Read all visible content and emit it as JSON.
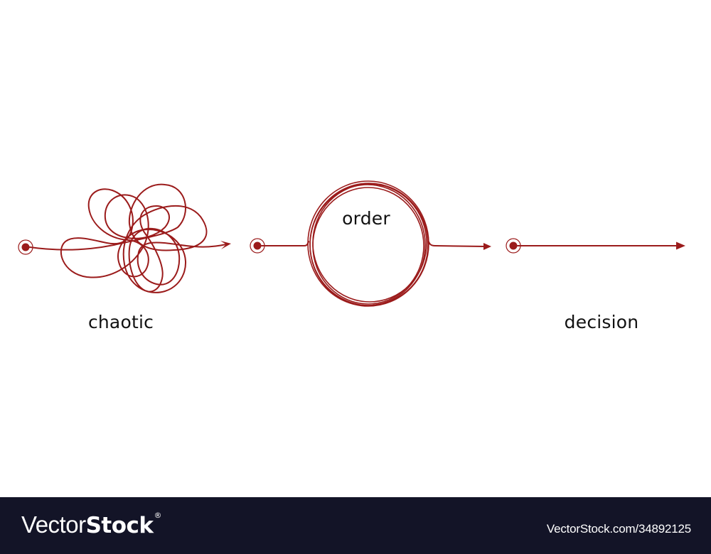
{
  "diagram": {
    "stroke_color": "#9b1b1b",
    "stages": [
      {
        "id": "chaotic",
        "label": "chaotic",
        "shape": "tangled-scribble-path"
      },
      {
        "id": "order",
        "label": "order",
        "shape": "concentric-circle-loop"
      },
      {
        "id": "decision",
        "label": "decision",
        "shape": "straight-arrow"
      }
    ],
    "icons": [
      "start-point-icon",
      "arrowhead-icon"
    ]
  },
  "footer": {
    "background": "#131427",
    "brand_light": "Vector",
    "brand_bold": "Stock",
    "brand_mark": "®",
    "image_id": "VectorStock.com/34892125"
  }
}
